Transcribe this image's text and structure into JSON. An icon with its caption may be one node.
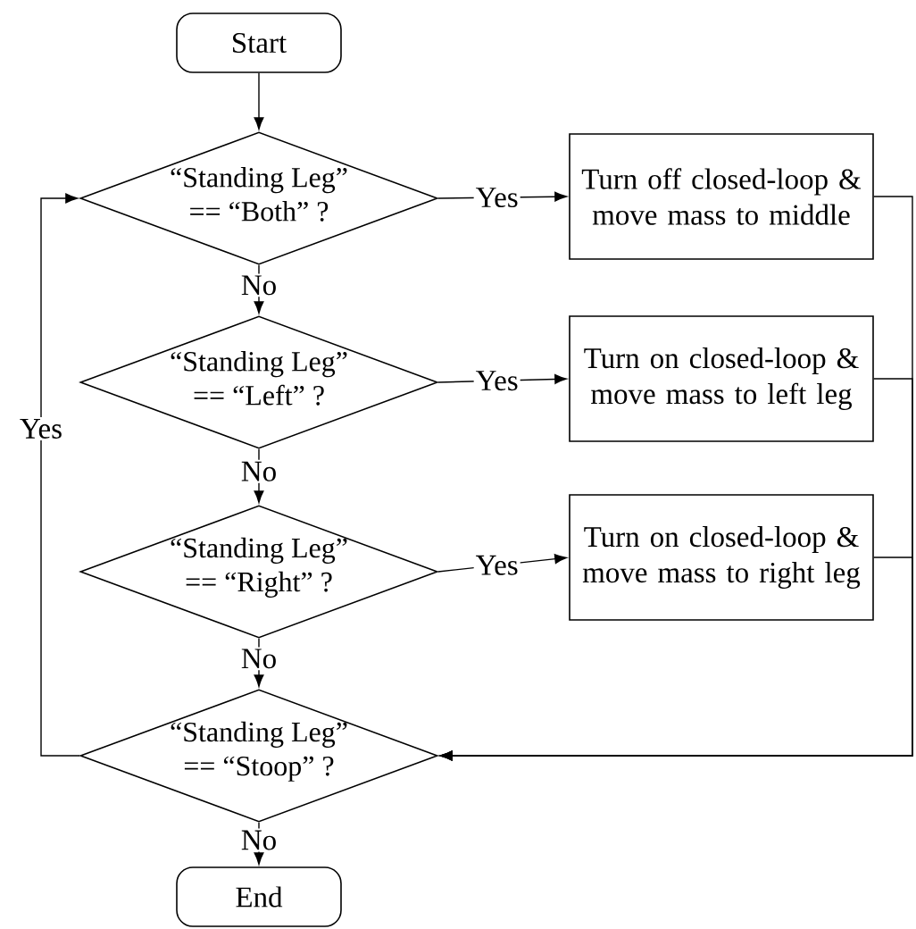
{
  "diagram": {
    "nodes": [
      {
        "text": [
          "Start"
        ]
      },
      {
        "text": [
          "“Standing Leg” == “Both” ?"
        ]
      },
      {
        "text": [
          "Turn off closed-loop & move mass to middle"
        ]
      },
      {
        "text": [
          "“Standing Leg” == “Left” ?"
        ]
      },
      {
        "text": [
          "Turn on closed-loop & move mass to left leg"
        ]
      },
      {
        "text": [
          "“Standing Leg” == “Right” ?"
        ]
      },
      {
        "text": [
          "Turn on closed-loop & move mass to right leg"
        ]
      },
      {
        "text": [
          "“Standing Leg” == “Stoop” ?"
        ]
      },
      {
        "text": [
          "End"
        ]
      }
    ],
    "edges": [
      {
        "from": 0,
        "to": 1,
        "arrow": "to"
      },
      {
        "from": 1,
        "to": 2,
        "arrow": "to",
        "label": "Yes"
      },
      {
        "from": 1,
        "to": 3,
        "arrow": "to",
        "label": "No"
      },
      {
        "from": 3,
        "to": 4,
        "arrow": "to",
        "label": "Yes"
      },
      {
        "from": 3,
        "to": 5,
        "arrow": "to",
        "label": "No"
      },
      {
        "from": 5,
        "to": 6,
        "arrow": "to",
        "label": "Yes"
      },
      {
        "from": 5,
        "to": 7,
        "arrow": "to",
        "label": "No"
      },
      {
        "from": 7,
        "to": 8,
        "arrow": "to",
        "label": "No"
      },
      {
        "from": 7,
        "to": 1,
        "arrow": "to",
        "label": "Yes"
      },
      {
        "from": 2,
        "to": 7,
        "arrow": "to"
      },
      {
        "from": 4,
        "to": 7,
        "arrow": "to"
      },
      {
        "from": 6,
        "to": 7,
        "arrow": "to"
      }
    ]
  }
}
